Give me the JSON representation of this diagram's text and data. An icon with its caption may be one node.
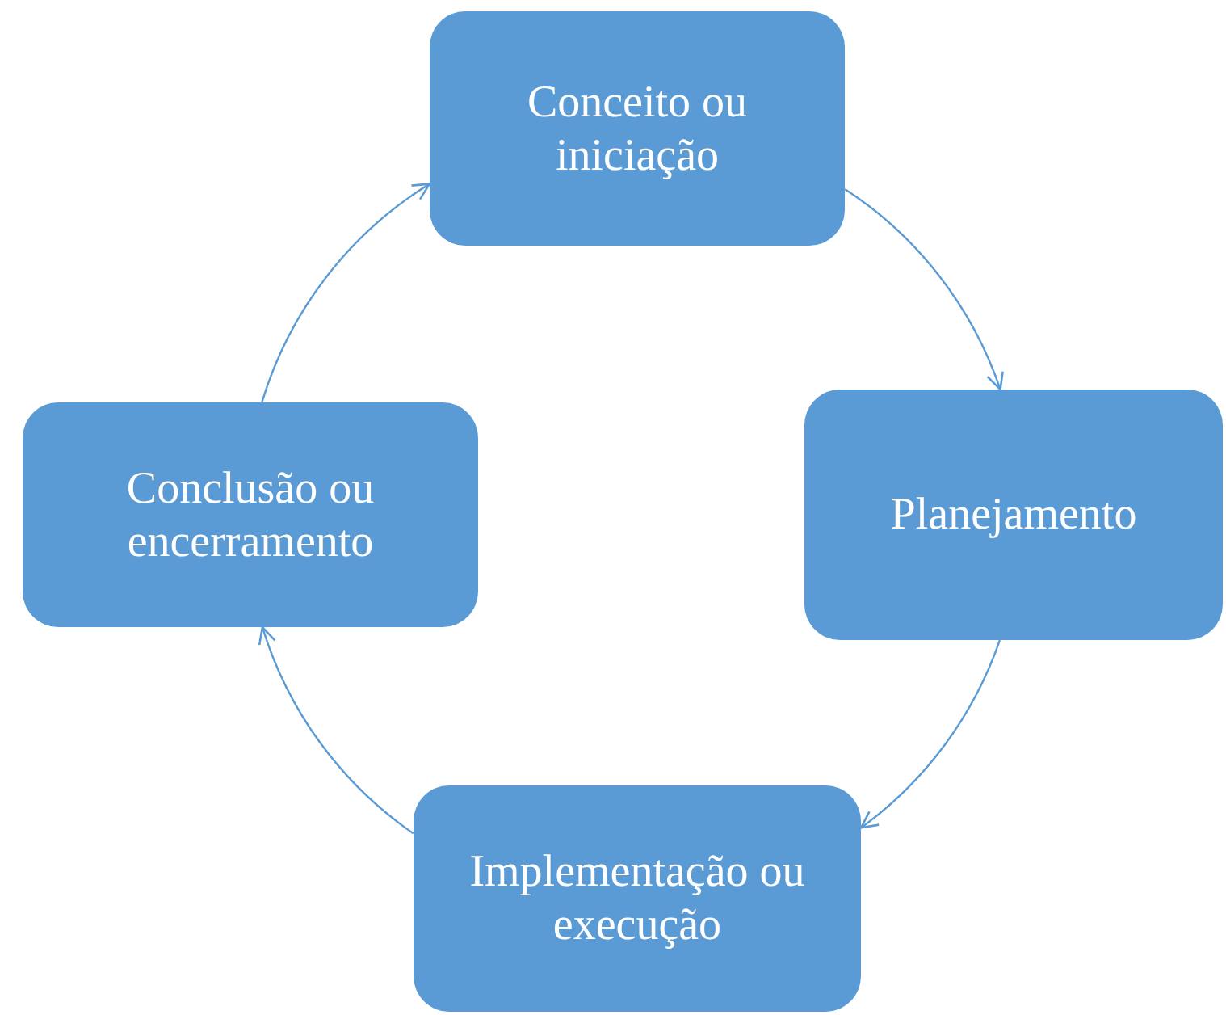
{
  "diagram": {
    "nodes": [
      {
        "text": [
          "Conceito ou iniciação"
        ]
      },
      {
        "text": [
          "Planejamento"
        ]
      },
      {
        "text": [
          "Implementação ou execução"
        ]
      },
      {
        "text": [
          "Conclusão ou encerramento"
        ]
      }
    ],
    "edges": [
      {
        "from": 0,
        "to": 1,
        "arrow": "to"
      },
      {
        "from": 1,
        "to": 2,
        "arrow": "to"
      },
      {
        "from": 2,
        "to": 3,
        "arrow": "to"
      },
      {
        "from": 3,
        "to": 0,
        "arrow": "to"
      }
    ]
  }
}
